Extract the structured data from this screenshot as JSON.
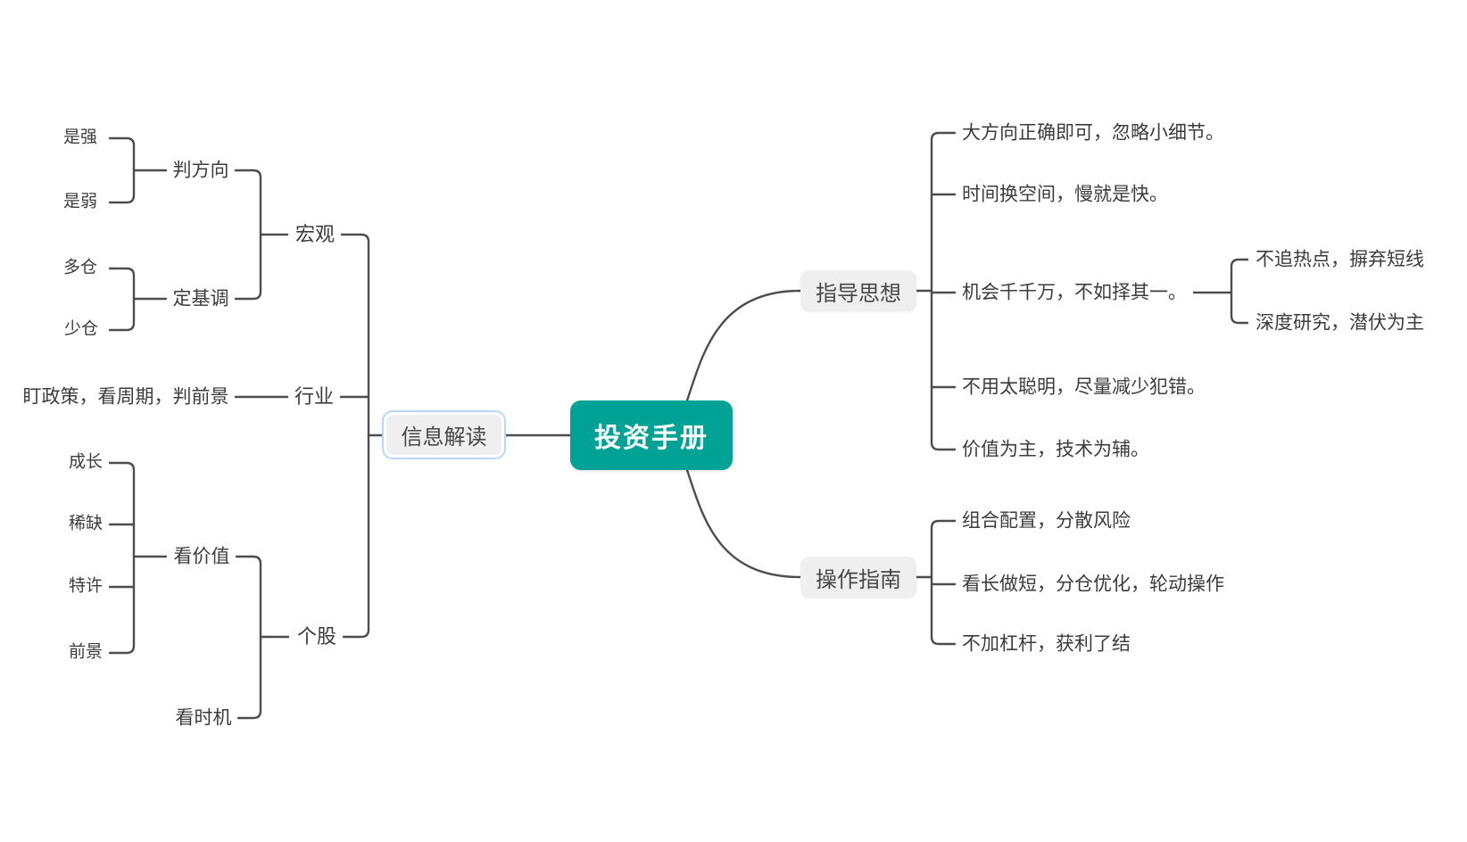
{
  "meta": {
    "title": "投资手册"
  },
  "colors": {
    "root_fill": "#00a295",
    "root_text": "#ffffff",
    "topic_fill": "#efefef",
    "selected_border": "#b9d6f6",
    "line": "#4d4d4d",
    "text": "#3c3c3c",
    "background": "#ffffff"
  },
  "mindmap": {
    "root": "投资手册",
    "info": {
      "label": "信息解读",
      "macro": {
        "label": "宏观",
        "direction": {
          "label": "判方向",
          "strong": "是强",
          "weak": "是弱"
        },
        "tone": {
          "label": "定基调",
          "heavy": "多仓",
          "light": "少仓"
        }
      },
      "industry": {
        "label": "行业",
        "method": "盯政策，看周期，判前景"
      },
      "stock": {
        "label": "个股",
        "value": {
          "label": "看价值",
          "children": [
            "成长",
            "稀缺",
            "特许",
            "前景"
          ]
        },
        "timing": {
          "label": "看时机"
        }
      }
    },
    "guiding": {
      "label": "指导思想",
      "points": [
        "大方向正确即可，忽略小细节。",
        "时间换空间，慢就是快。",
        "机会千千万，不如择其一。",
        "不用太聪明，尽量减少犯错。",
        "价值为主，技术为辅。"
      ],
      "focus": [
        "不追热点，摒弃短线",
        "深度研究，潜伏为主"
      ]
    },
    "operation": {
      "label": "操作指南",
      "points": [
        "组合配置，分散风险",
        "看长做短，分仓优化，轮动操作",
        "不加杠杆，获利了结"
      ]
    }
  }
}
